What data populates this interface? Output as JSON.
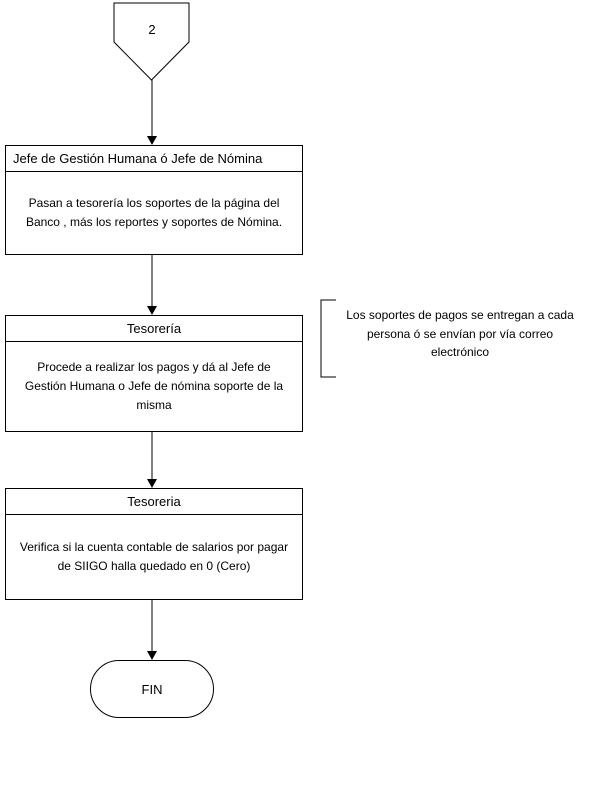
{
  "diagram": {
    "connector_label": "2",
    "boxes": [
      {
        "header": "Jefe de Gestión Humana ó Jefe de Nómina",
        "body": "Pasan a tesorería los soportes de la página del Banco , más los reportes  y soportes de Nómina."
      },
      {
        "header": "Tesorería",
        "body": "Procede a realizar los pagos y dá al Jefe de Gestión Humana o Jefe de nómina soporte de la misma"
      },
      {
        "header": "Tesoreria",
        "body": "Verifica si la cuenta contable de salarios por pagar de SIIGO halla quedado en 0 (Cero)"
      }
    ],
    "annotation": "Los soportes de pagos se entregan a cada persona ó se envían por vía correo electrónico",
    "terminator": "FIN",
    "colors": {
      "line": "#000000",
      "background": "#ffffff"
    }
  }
}
